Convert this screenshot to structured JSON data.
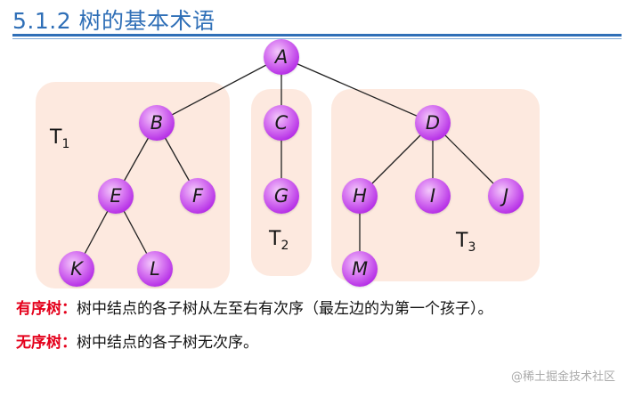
{
  "header": {
    "title": "5.1.2 树的基本术语"
  },
  "tree": {
    "nodes": {
      "A": "A",
      "B": "B",
      "C": "C",
      "D": "D",
      "E": "E",
      "F": "F",
      "G": "G",
      "H": "H",
      "I": "I",
      "J": "J",
      "K": "K",
      "L": "L",
      "M": "M"
    },
    "edges": [
      [
        "A",
        "B"
      ],
      [
        "A",
        "C"
      ],
      [
        "A",
        "D"
      ],
      [
        "B",
        "E"
      ],
      [
        "B",
        "F"
      ],
      [
        "C",
        "G"
      ],
      [
        "D",
        "H"
      ],
      [
        "D",
        "I"
      ],
      [
        "D",
        "J"
      ],
      [
        "E",
        "K"
      ],
      [
        "E",
        "L"
      ],
      [
        "H",
        "M"
      ]
    ],
    "subtrees": [
      {
        "base": "T",
        "sub": "1"
      },
      {
        "base": "T",
        "sub": "2"
      },
      {
        "base": "T",
        "sub": "3"
      }
    ]
  },
  "definitions": [
    {
      "term": "有序树：",
      "text": "树中结点的各子树从左至右有次序（最左边的为第一个孩子）。"
    },
    {
      "term": "无序树：",
      "text": "树中结点的各子树无次序。"
    }
  ],
  "watermark": "@稀土掘金技术社区",
  "colors": {
    "title": "#2f6fb7",
    "term": "#e4001b",
    "region": "#fde9df",
    "node": "#c14df0"
  }
}
